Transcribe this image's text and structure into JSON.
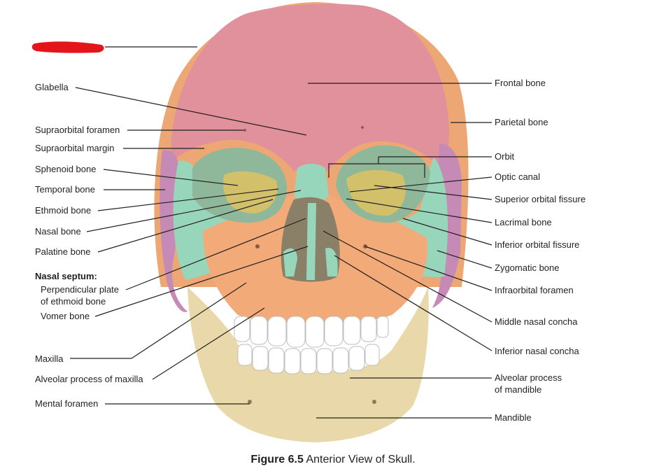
{
  "figure": {
    "caption_bold": "Figure 6.5",
    "caption_text": " Anterior View of Skull."
  },
  "labels_left": {
    "glabella": "Glabella",
    "supraorbital_foramen": "Supraorbital foramen",
    "supraorbital_margin": "Supraorbital margin",
    "sphenoid_bone": "Sphenoid bone",
    "temporal_bone": "Temporal bone",
    "ethmoid_bone": "Ethmoid bone",
    "nasal_bone": "Nasal bone",
    "palatine_bone": "Palatine bone",
    "nasal_septum_heading": "Nasal septum:",
    "perpendicular_plate_line1": "Perpendicular plate",
    "perpendicular_plate_line2": "of ethmoid bone",
    "vomer_bone": "Vomer bone",
    "maxilla": "Maxilla",
    "alveolar_process_maxilla": "Alveolar process of maxilla",
    "mental_foramen": "Mental foramen"
  },
  "labels_right": {
    "frontal_bone": "Frontal bone",
    "parietal_bone": "Parietal bone",
    "orbit": "Orbit",
    "optic_canal": "Optic canal",
    "superior_orbital_fissure": "Superior orbital fissure",
    "lacrimal_bone": "Lacrimal bone",
    "inferior_orbital_fissure": "Inferior orbital fissure",
    "zygomatic_bone": "Zygomatic bone",
    "infraorbital_foramen": "Infraorbital foramen",
    "middle_nasal_concha": "Middle nasal concha",
    "inferior_nasal_concha": "Inferior nasal concha",
    "alveolar_process_mandible_line1": "Alveolar process",
    "alveolar_process_mandible_line2": "of mandible",
    "mandible": "Mandible"
  },
  "colors": {
    "frontal": "#e0919b",
    "parietal": "#eca774",
    "maxilla": "#f2ab78",
    "mandible": "#e8d8aa",
    "sphenoid": "#f0dfa0",
    "zygomatic": "#97d6bb",
    "temporal": "#c58ab5",
    "ethmoid": "#d2c06a",
    "redaction": "#e3151a",
    "leader": "#231f20"
  }
}
